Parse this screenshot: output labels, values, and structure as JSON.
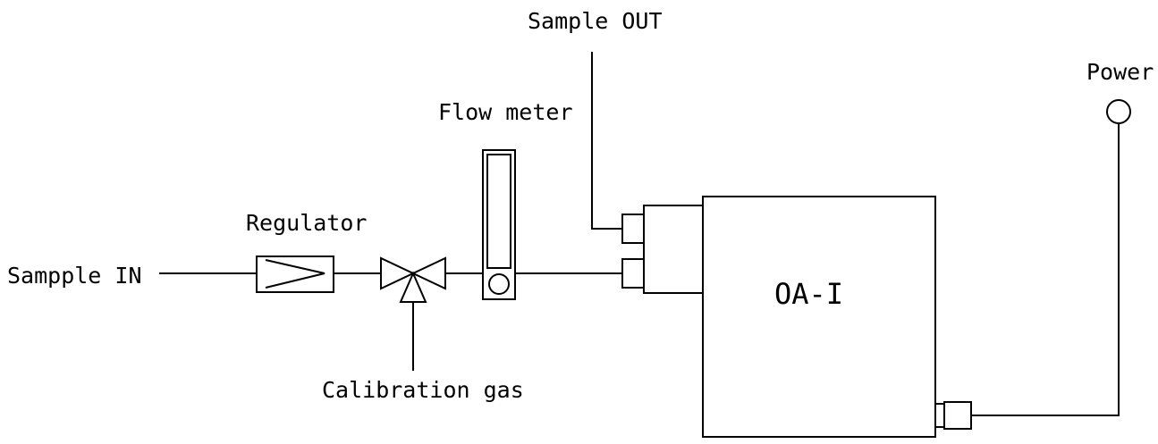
{
  "labels": {
    "sample_in": "Sampple IN",
    "regulator": "Regulator",
    "calibration_gas": "Calibration gas",
    "flow_meter": "Flow meter",
    "sample_out": "Sample OUT",
    "power": "Power",
    "analyzer": "OA-I"
  },
  "colors": {
    "line": "#000000",
    "background": "#ffffff"
  }
}
